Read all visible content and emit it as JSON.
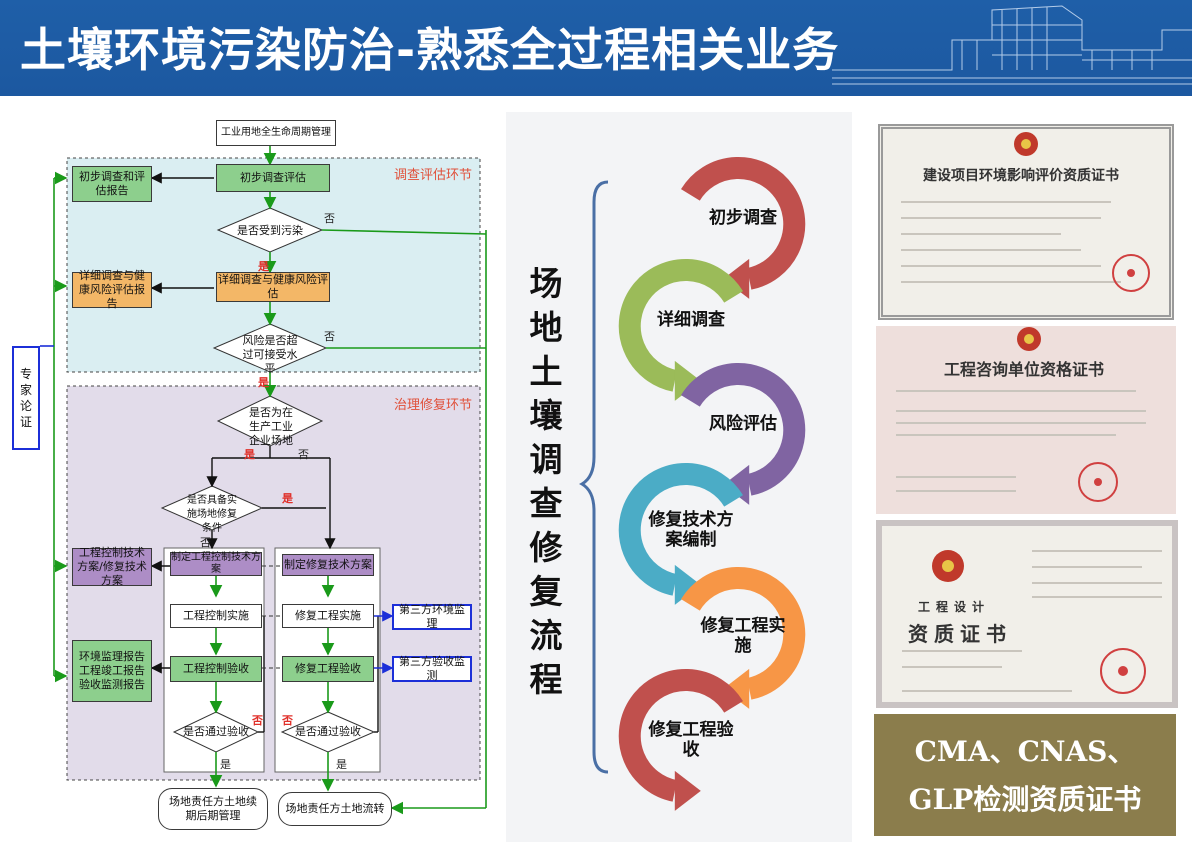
{
  "header": {
    "title": "土壤环境污染防治-熟悉全过程相关业务"
  },
  "flowchart": {
    "start": "工业用地全生命周期管理",
    "region_investigation": "调查评估环节",
    "region_remediation": "治理修复环节",
    "expert": "专家论证",
    "initial_survey": "初步调查评估",
    "initial_report": "初步调查和评估报告",
    "polluted_q": "是否受到污染",
    "detailed_survey": "详细调查与健康风险评估",
    "detailed_report": "详细调查与健康风险评估报告",
    "risk_q": "风险是否超过可接受水平",
    "production_q": "是否为在生产工业企业场地",
    "conditions_q": "是否具备实施场地修复条件",
    "engineering_plan": "制定工程控制技术方案",
    "remediation_plan": "制定修复技术方案",
    "tech_report": "工程控制技术方案/修复技术方案",
    "engineering_impl": "工程控制实施",
    "remediation_impl": "修复工程实施",
    "third_monitor": "第三方环境监理",
    "engineering_accept": "工程控制验收",
    "remediation_accept": "修复工程验收",
    "third_accept": "第三方验收监测",
    "env_report": "环境监理报告工程竣工报告验收监测报告",
    "pass_q1": "是否通过验收",
    "pass_q2": "是否通过验收",
    "end_left": "场地责任方土地续期后期管理",
    "end_right": "场地责任方土地流转",
    "yes": "是",
    "no": "否"
  },
  "process": {
    "vertical_title": "场地土壤调查修复流程",
    "steps": [
      "初步调查",
      "详细调查",
      "风险评估",
      "修复技术方案编制",
      "修复工程实施",
      "修复工程验收"
    ],
    "colors": [
      "#c0504d",
      "#9bbb59",
      "#8064a2",
      "#4bacc6",
      "#f79646",
      "#c0504d"
    ]
  },
  "certificates": {
    "cert1_title": "建设项目环境影响评价资质证书",
    "cert2_title": "工程咨询单位资格证书",
    "cert3_title": "资质证书",
    "cert3_sub": "工程设计",
    "badge_line1": "CMA、CNAS、",
    "badge_line2": "GLP检测资质证书"
  }
}
